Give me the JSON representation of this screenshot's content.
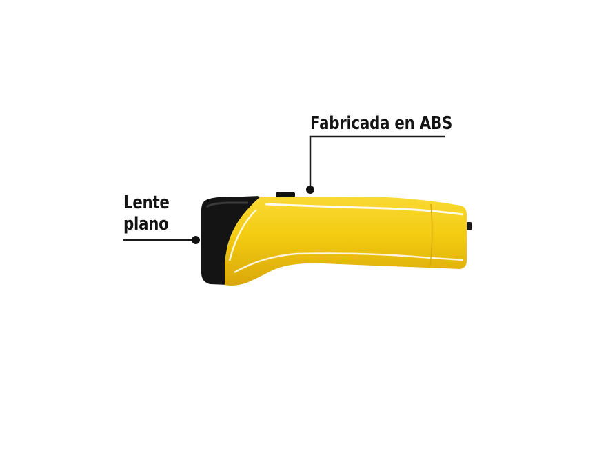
{
  "callouts": {
    "material": {
      "text": "Fabricada en ABS"
    },
    "lens": {
      "line1": "Lente",
      "line2": "plano"
    }
  },
  "colors": {
    "body_yellow": "#f7d117",
    "body_shadow": "#c89a0c",
    "lens_black": "#111111",
    "highlight": "#ffffff",
    "callout_line": "#1a1a1a"
  }
}
